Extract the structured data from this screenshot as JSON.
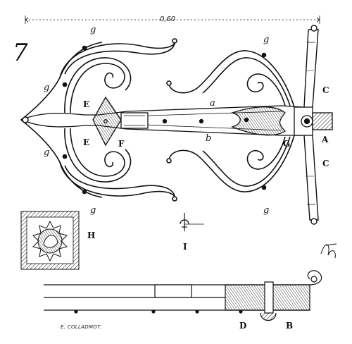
{
  "figure_number": "7",
  "scale_label": "0,60",
  "engraver": "E. COLLADMOT.",
  "labels": {
    "g1": "g",
    "g2": "g",
    "g3": "g",
    "g4": "g",
    "g5": "g",
    "g6": "g",
    "a": "a",
    "b": "b",
    "E_top": "E",
    "E_bottom": "E",
    "F": "F",
    "G": "G",
    "A": "A",
    "C_top": "C",
    "C_bottom": "C",
    "H": "H",
    "I": "I",
    "D": "D",
    "B": "B"
  },
  "colors": {
    "ink": "#111111",
    "paper": "#ffffff"
  }
}
